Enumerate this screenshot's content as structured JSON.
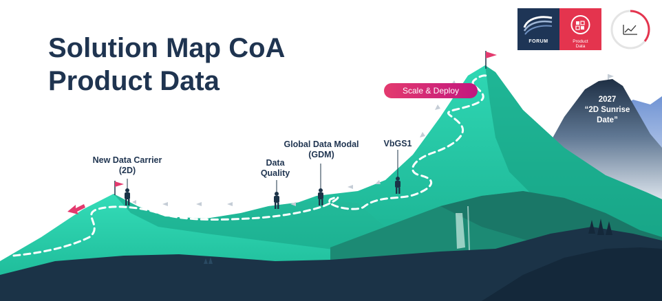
{
  "title": {
    "line1": "Solution Map CoA",
    "line2": "Product Data"
  },
  "milestones": {
    "new_data_carrier": {
      "line1": "New Data Carrier",
      "line2": "(2D)"
    },
    "data_quality": {
      "line1": "Data",
      "line2": "Quality"
    },
    "gdm": {
      "line1": "Global Data Modal",
      "line2": "(GDM)"
    },
    "vbgs1": {
      "line1": "VbGS1"
    },
    "scale_deploy": {
      "label": "Scale & Deploy"
    },
    "sunrise": {
      "line1": "2027",
      "line2": "“2D Sunrise",
      "line3": "Date”"
    }
  },
  "logos": {
    "forum": {
      "text": "FORUM"
    },
    "product_data": {
      "line1": "Product",
      "line2": "Data"
    }
  },
  "icons": [
    "forum-logo-icon",
    "product-data-icon",
    "trend-chart-icon",
    "flag-icon",
    "hiker-icon",
    "arrow-left-icon"
  ],
  "colors": {
    "title": "#1f3450",
    "mountain_light": "#2ed4b0",
    "mountain_mid": "#1faf8f",
    "mountain_dark": "#1b3347",
    "accent_pink": "#e33a6e",
    "logo_navy": "#1e3556",
    "logo_red": "#e4344e"
  }
}
